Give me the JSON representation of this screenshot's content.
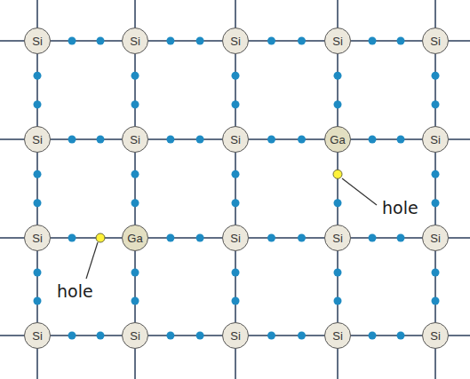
{
  "diagram": {
    "nodes": [
      {
        "text": [
          "Si"
        ]
      },
      {
        "text": [
          "Si"
        ]
      },
      {
        "text": [
          "Si"
        ]
      },
      {
        "text": [
          "Si"
        ]
      },
      {
        "text": [
          "Si"
        ]
      },
      {
        "text": [
          "Si"
        ]
      },
      {
        "text": [
          "Si"
        ]
      },
      {
        "text": [
          "Si"
        ]
      },
      {
        "text": [
          "Ga"
        ]
      },
      {
        "text": [
          "Si"
        ]
      },
      {
        "text": [
          "Si"
        ]
      },
      {
        "text": [
          "Ga"
        ]
      },
      {
        "text": [
          "Si"
        ]
      },
      {
        "text": [
          "Si"
        ]
      },
      {
        "text": [
          "Si"
        ]
      },
      {
        "text": [
          "Si"
        ]
      },
      {
        "text": [
          "Si"
        ]
      },
      {
        "text": [
          "Si"
        ]
      },
      {
        "text": [
          "Si"
        ]
      },
      {
        "text": [
          "Si"
        ]
      }
    ],
    "edges": [
      {
        "from": 0,
        "to": 1,
        "arrow": "none"
      },
      {
        "from": 1,
        "to": 2,
        "arrow": "none"
      },
      {
        "from": 2,
        "to": 3,
        "arrow": "none"
      },
      {
        "from": 3,
        "to": 4,
        "arrow": "none"
      },
      {
        "from": 0,
        "to": 5,
        "arrow": "none"
      },
      {
        "from": 1,
        "to": 6,
        "arrow": "none"
      },
      {
        "from": 2,
        "to": 7,
        "arrow": "none"
      },
      {
        "from": 3,
        "to": 8,
        "arrow": "none"
      },
      {
        "from": 4,
        "to": 9,
        "arrow": "none"
      },
      {
        "from": 5,
        "to": 6,
        "arrow": "none"
      },
      {
        "from": 6,
        "to": 7,
        "arrow": "none"
      },
      {
        "from": 7,
        "to": 8,
        "arrow": "none"
      },
      {
        "from": 8,
        "to": 9,
        "arrow": "none"
      },
      {
        "from": 5,
        "to": 10,
        "arrow": "none"
      },
      {
        "from": 6,
        "to": 11,
        "arrow": "none"
      },
      {
        "from": 7,
        "to": 12,
        "arrow": "none"
      },
      {
        "from": 8,
        "to": 13,
        "arrow": "none"
      },
      {
        "from": 9,
        "to": 14,
        "arrow": "none"
      },
      {
        "from": 10,
        "to": 11,
        "arrow": "none"
      },
      {
        "from": 11,
        "to": 12,
        "arrow": "none"
      },
      {
        "from": 12,
        "to": 13,
        "arrow": "none"
      },
      {
        "from": 13,
        "to": 14,
        "arrow": "none"
      },
      {
        "from": 10,
        "to": 15,
        "arrow": "none"
      },
      {
        "from": 11,
        "to": 16,
        "arrow": "none"
      },
      {
        "from": 12,
        "to": 17,
        "arrow": "none"
      },
      {
        "from": 13,
        "to": 18,
        "arrow": "none"
      },
      {
        "from": 14,
        "to": 19,
        "arrow": "none"
      },
      {
        "from": 15,
        "to": 16,
        "arrow": "none"
      },
      {
        "from": 16,
        "to": 17,
        "arrow": "none"
      },
      {
        "from": 17,
        "to": 18,
        "arrow": "none"
      },
      {
        "from": 18,
        "to": 19,
        "arrow": "none"
      }
    ],
    "labels": [
      "hole",
      "hole"
    ]
  }
}
